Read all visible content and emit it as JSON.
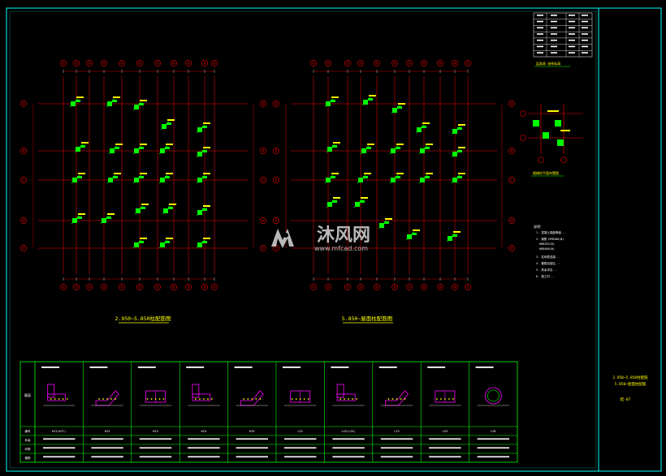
{
  "title_block": {
    "title_line1": "2.950~5.850柱配筋",
    "title_line2": "5.850~屋面柱配筋",
    "sheet_no": "结-07"
  },
  "plans": [
    {
      "title": "2.950~5.850柱配筋图",
      "axes_top": [
        "①",
        "②",
        "③",
        "④",
        "⑤",
        "⑥",
        "⑦",
        "⑧",
        "⑨",
        "⑩",
        "⑪"
      ],
      "axes_left": [
        "Ⓐ",
        "Ⓑ",
        "Ⓒ",
        "Ⓓ",
        "Ⓔ"
      ]
    },
    {
      "title": "5.850~屋面柱配筋图",
      "axes_top": [
        "①",
        "②",
        "③",
        "④",
        "⑤",
        "⑥",
        "⑦",
        "⑧",
        "⑨",
        "⑩",
        "⑪"
      ],
      "axes_left": [
        "Ⓐ",
        "Ⓑ",
        "Ⓒ",
        "Ⓓ",
        "Ⓔ"
      ]
    }
  ],
  "watermark": {
    "brand": "沐风网",
    "url": "www.mfcad.com"
  },
  "detail": {
    "title": "楼梯柱平面布置图"
  },
  "notes": {
    "heading": "说明：",
    "lines": [
      "1. 混凝土强度等级...",
      "2. 钢筋 HPB300(Φ)",
      "   HRB335(Φ)",
      "   HRB400(Φ)",
      "3. 柱纵筋连接...",
      "4. 箍筋加密区...",
      "5. 其余详见...",
      "6. 施工时..."
    ]
  },
  "elevation_table": {
    "caption": "层高表 结构标高",
    "rows": 7
  },
  "column_schedule": {
    "header_label": "截面",
    "row_labels": [
      "编号",
      "标高",
      "纵筋",
      "箍筋"
    ],
    "columns": [
      "KZ1(KZ7)",
      "KZ2",
      "KZ3",
      "KZ4",
      "KZ5",
      "LZ1",
      "LZ2(LZ4)",
      "LZ3",
      "LZ5",
      "LZ6"
    ]
  },
  "colors": {
    "frame": "#00ffff",
    "grid": "#ff0000",
    "column": "#00ff00",
    "label": "#ffff00",
    "text": "#ffffff",
    "section": "#ff00ff"
  }
}
